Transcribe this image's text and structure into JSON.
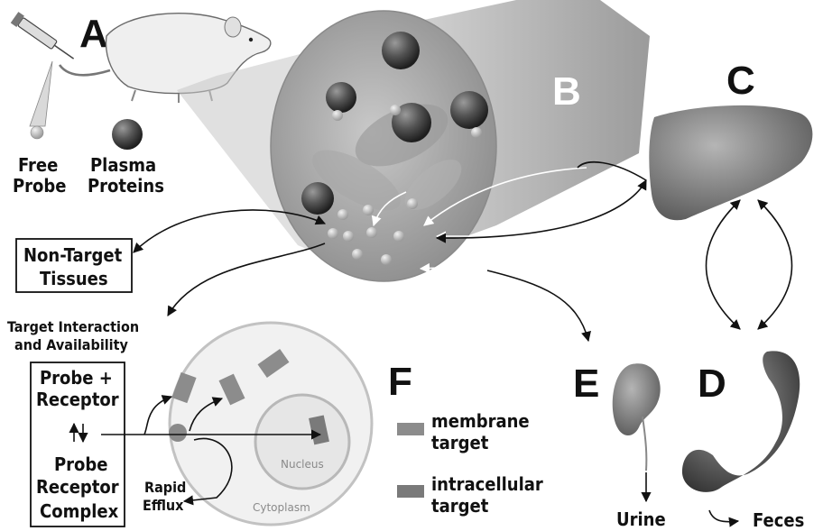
{
  "panels": {
    "a": "A",
    "b": "B",
    "c": "C",
    "d": "D",
    "e": "E",
    "f": "F"
  },
  "labels": {
    "free_probe_1": "Free",
    "free_probe_2": "Probe",
    "plasma_1": "Plasma",
    "plasma_2": "Proteins",
    "nontarget_1": "Non-Target",
    "nontarget_2": "Tissues",
    "target_1": "Target Interaction",
    "target_2": "and Availability",
    "probe_receptor_1": "Probe +",
    "probe_receptor_2": "Receptor",
    "complex_1": "Probe",
    "complex_2": "Receptor",
    "complex_3": "Complex",
    "rapid_1": "Rapid",
    "rapid_2": "Efflux",
    "nucleus": "Nucleus",
    "cytoplasm": "Cytoplasm",
    "membrane_1": "membrane",
    "membrane_2": "target",
    "intracellular_1": "intracellular",
    "intracellular_2": "target",
    "urine": "Urine",
    "feces": "Feces"
  },
  "colors": {
    "tube": "#a6a6a6",
    "protein": "#555555",
    "target": "#8c8c8c",
    "organ": "#7d7d7d"
  }
}
